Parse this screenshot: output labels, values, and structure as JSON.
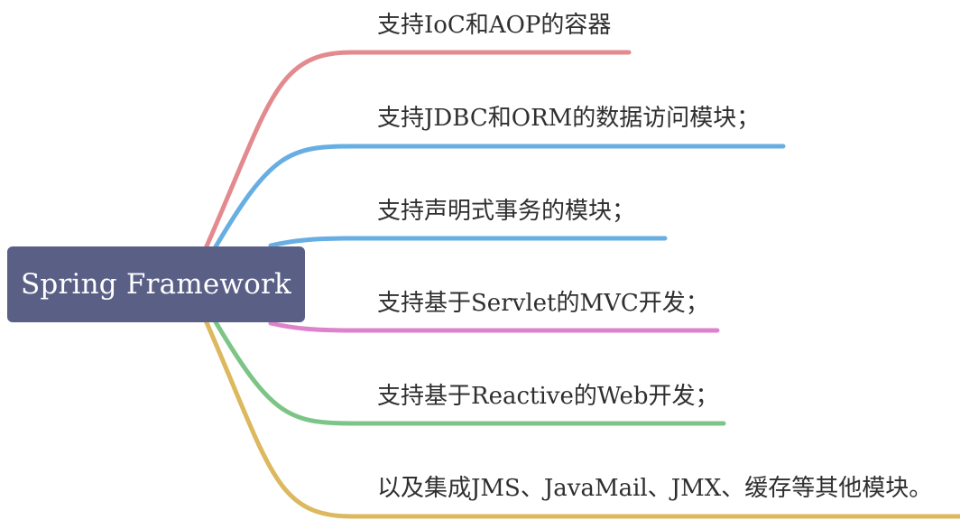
{
  "root": {
    "label": "Spring Framework",
    "color": "#5a5f86"
  },
  "branches": [
    {
      "label": "支持IoC和AOP的容器",
      "color": "#e38a8f"
    },
    {
      "label": "支持JDBC和ORM的数据访问模块；",
      "color": "#67aee2"
    },
    {
      "label": "支持声明式事务的模块；",
      "color": "#67aee2"
    },
    {
      "label": "支持基于Servlet的MVC开发；",
      "color": "#de82cb"
    },
    {
      "label": "支持基于Reactive的Web开发；",
      "color": "#7cc586"
    },
    {
      "label": "以及集成JMS、JavaMail、JMX、缓存等其他模块。",
      "color": "#dcb85e"
    }
  ]
}
